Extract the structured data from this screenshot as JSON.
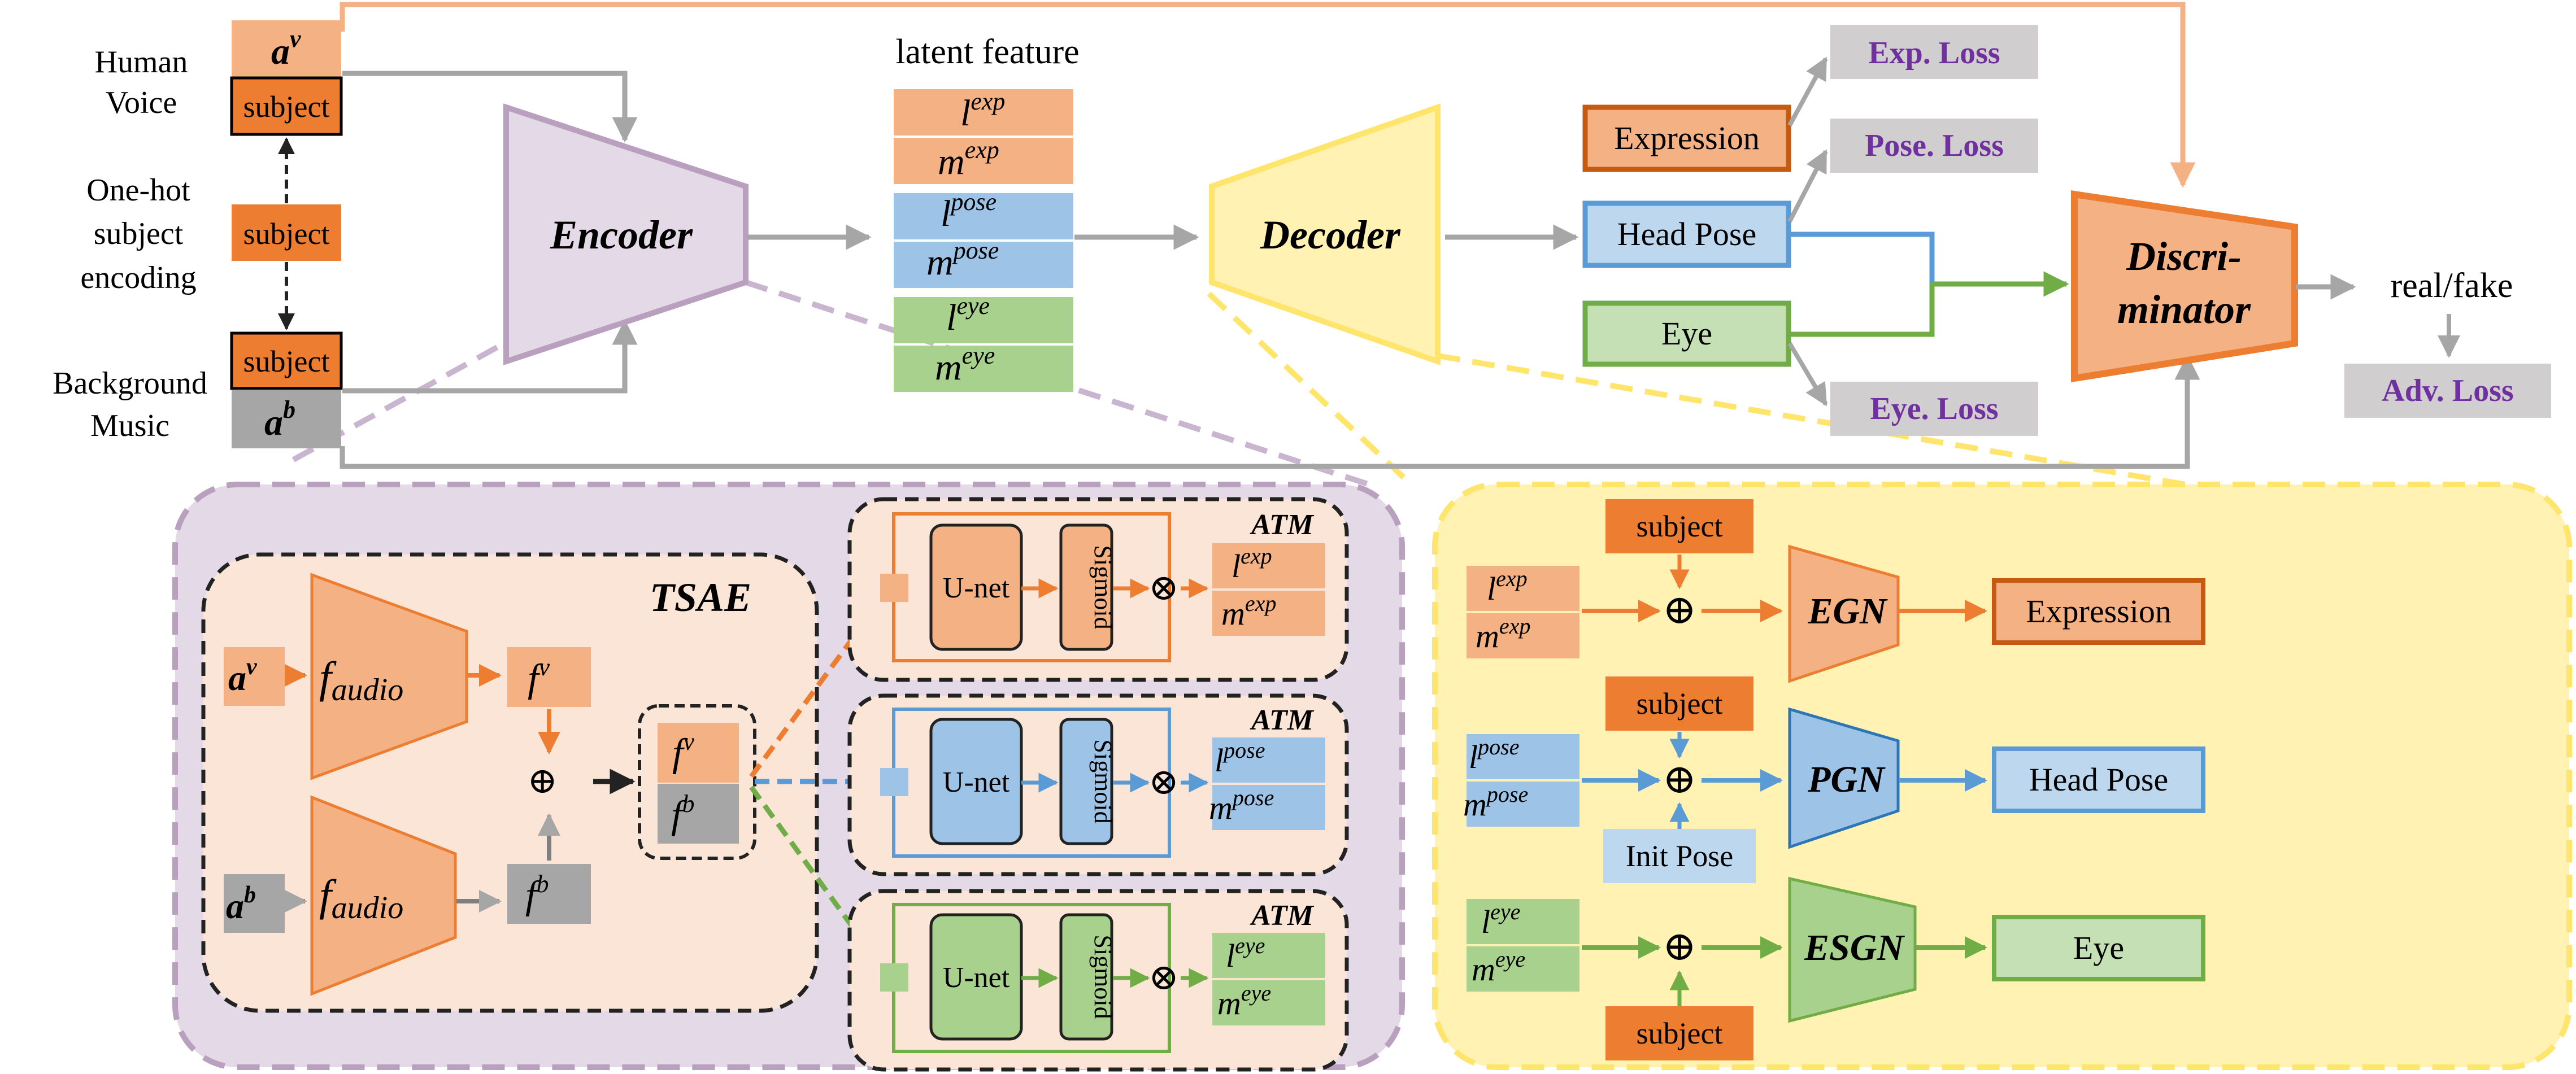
{
  "inputs": {
    "voice_symbol": "a",
    "voice_sup": "v",
    "voice_label_1": "Human",
    "voice_label_2": "Voice",
    "subject": "subject",
    "onehot_1": "One-hot",
    "onehot_2": "subject",
    "onehot_3": "encoding",
    "bg_label_1": "Background",
    "bg_label_2": "Music",
    "bg_symbol": "a",
    "bg_sup": "b"
  },
  "encoder": "Encoder",
  "decoder": "Decoder",
  "latent": {
    "title": "latent feature",
    "l": "l",
    "m": "m",
    "exp": "exp",
    "pose": "pose",
    "eye": "eye"
  },
  "outputs": {
    "expression": "Expression",
    "head_pose": "Head Pose",
    "eye": "Eye"
  },
  "losses": {
    "exp": "Exp. Loss",
    "pose": "Pose. Loss",
    "eye": "Eye. Loss",
    "adv": "Adv. Loss"
  },
  "discriminator": {
    "line1": "Discri-",
    "line2": "minator",
    "result": "real/fake"
  },
  "tsae": {
    "title": "TSAE",
    "f_audio": "f",
    "audio_sub": "audio",
    "f": "f",
    "fv_sup": "v",
    "fb_sup": "b",
    "plus": "⊕"
  },
  "atm": {
    "title": "ATM",
    "unet": "U-net",
    "sigmoid": "Sigmoid",
    "otimes": "⊗"
  },
  "generators": {
    "egn": "EGN",
    "pgn": "PGN",
    "esgn": "ESGN",
    "init_pose": "Init Pose",
    "subject": "subject"
  },
  "colors": {
    "orange_fill": "#f4b183",
    "orange_dark": "#ed7d31",
    "orange_border": "#c55a11",
    "blue_fill": "#9dc3e6",
    "blue_border": "#2e75b6",
    "light_blue": "#bdd7ee",
    "green_fill": "#a9d18e",
    "green_border": "#70ad47",
    "light_green": "#c5e0b4",
    "gray": "#a6a6a6",
    "light_gray": "#d0cece",
    "purple_panel": "#e4d9e6",
    "purple_border": "#b9a0bf",
    "yellow_panel": "#fff2b3",
    "yellow_border": "#ffe56b",
    "loss_text": "#7030a0"
  }
}
